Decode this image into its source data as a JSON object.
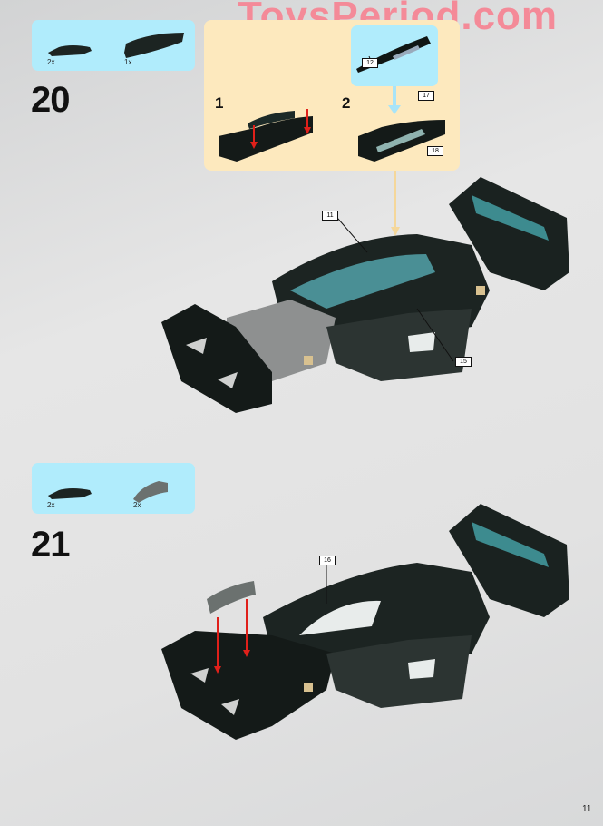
{
  "watermark": "ToysPeriod.com",
  "page_number": "11",
  "colors": {
    "parts_box": "#b0ecfc",
    "subassembly_box": "#fde9be",
    "arrow_red": "#e0201a",
    "arrow_blue": "#a8e4f8",
    "watermark": "#f48a98"
  },
  "steps": [
    {
      "number": "20",
      "parts": [
        {
          "icon": "curved-slope-1x4-black",
          "qty": "2x"
        },
        {
          "icon": "curved-slope-1x6-black",
          "qty": "1x"
        }
      ],
      "subassembly": {
        "substeps": [
          {
            "number": "1"
          },
          {
            "number": "2"
          }
        ],
        "callouts": [
          "12",
          "17",
          "18"
        ]
      },
      "callouts": [
        "11",
        "15"
      ]
    },
    {
      "number": "21",
      "parts": [
        {
          "icon": "curved-slope-1x4-black",
          "qty": "2x"
        },
        {
          "icon": "curved-slope-1x3-dark-grey",
          "qty": "2x"
        }
      ],
      "callouts": [
        "16"
      ]
    }
  ]
}
